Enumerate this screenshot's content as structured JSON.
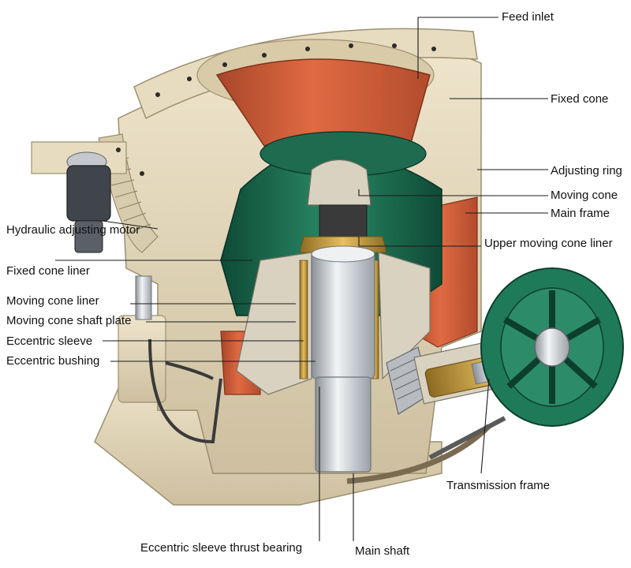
{
  "diagram": {
    "colors": {
      "frame": "#e8dcc0",
      "frame_dark": "#b9ab8c",
      "cone_orange": "#d9603b",
      "cone_orange_dark": "#a8462a",
      "cone_green": "#1e6b50",
      "cone_green_dark": "#0f4a36",
      "wheel_green": "#1f7a5a",
      "steel": "#c8ccd0",
      "steel_dark": "#8a9096",
      "brass": "#c79a3a",
      "leader": "#1a1a1a"
    },
    "labels": {
      "feed_inlet": "Feed inlet",
      "fixed_cone": "Fixed cone",
      "adjusting_ring": "Adjusting ring",
      "moving_cone": "Moving cone",
      "main_frame": "Main frame",
      "upper_moving_cone_liner": "Upper moving cone liner",
      "hydraulic_adjusting_motor": "Hydraulic adjusting motor",
      "fixed_cone_liner": "Fixed cone liner",
      "moving_cone_liner": "Moving cone liner",
      "moving_cone_shaft_plate": "Moving cone shaft plate",
      "eccentric_sleeve": "Eccentric sleeve",
      "eccentric_bushing": "Eccentric bushing",
      "transmission_frame": "Transmission frame",
      "eccentric_sleeve_thrust_bearing": "Eccentric sleeve thrust bearing",
      "main_shaft": "Main shaft"
    }
  }
}
